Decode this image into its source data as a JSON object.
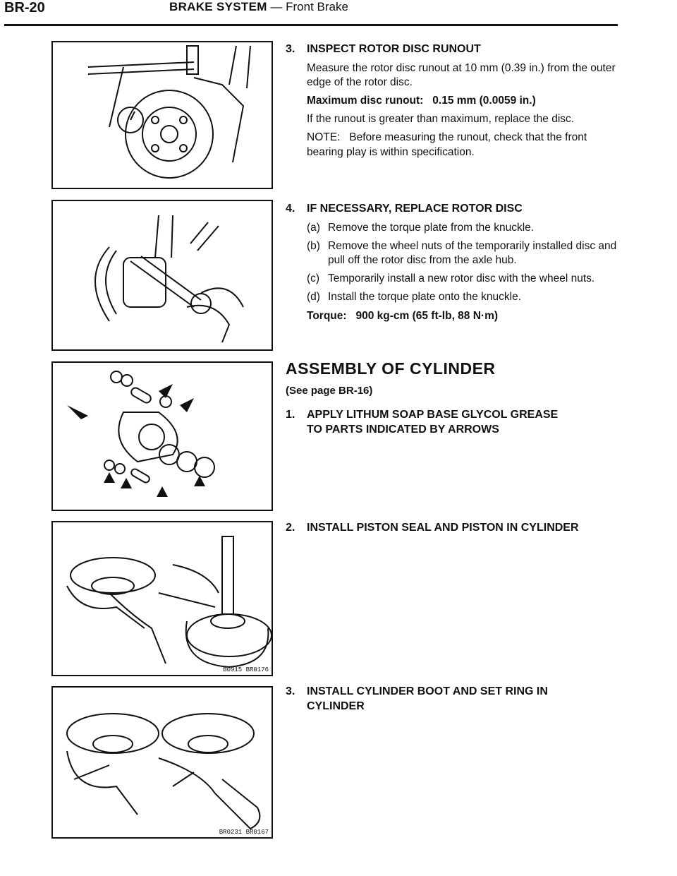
{
  "header": {
    "page_number": "BR-20",
    "section": "BRAKE SYSTEM",
    "separator": " — ",
    "subsection": "Front Brake"
  },
  "figures": [
    {
      "name": "rotor-runout-figure",
      "code": ""
    },
    {
      "name": "replace-rotor-figure",
      "code": ""
    },
    {
      "name": "cylinder-parts-figure",
      "code": ""
    },
    {
      "name": "install-piston-figure",
      "code": "B0915 BR0176"
    },
    {
      "name": "install-boot-figure",
      "code": "BR0231 BR0167"
    }
  ],
  "steps": {
    "s3": {
      "num": "3.",
      "title": "INSPECT ROTOR DISC RUNOUT",
      "p1": "Measure the rotor disc runout at 10 mm (0.39 in.) from the outer edge of the rotor disc.",
      "spec_label": "Maximum disc runout:",
      "spec_value": "0.15 mm (0.0059 in.)",
      "p2": "If the runout is greater than maximum, replace the disc.",
      "note_label": "NOTE:",
      "note_text": "Before measuring the runout, check that the front bearing play is within specification."
    },
    "s4": {
      "num": "4.",
      "title": "IF NECESSARY, REPLACE ROTOR DISC",
      "items": [
        {
          "label": "(a)",
          "text": "Remove the torque plate from the knuckle."
        },
        {
          "label": "(b)",
          "text": "Remove the wheel nuts of the temporarily installed disc and pull off the rotor disc from the axle hub."
        },
        {
          "label": "(c)",
          "text": "Temporarily install a new rotor disc with the wheel nuts."
        },
        {
          "label": "(d)",
          "text": "Install the torque plate onto the knuckle."
        }
      ],
      "torque_label": "Torque:",
      "torque_value": "900 kg-cm (65 ft-lb, 88 N·m)"
    },
    "assembly": {
      "heading": "ASSEMBLY OF CYLINDER",
      "see": "(See page BR-16)"
    },
    "a1": {
      "num": "1.",
      "title": "APPLY LITHUM SOAP BASE GLYCOL GREASE TO PARTS INDICATED BY ARROWS"
    },
    "a2": {
      "num": "2.",
      "title": "INSTALL PISTON SEAL AND PISTON IN CYLINDER"
    },
    "a3": {
      "num": "3.",
      "title": "INSTALL CYLINDER BOOT AND SET RING IN CYLINDER"
    }
  }
}
